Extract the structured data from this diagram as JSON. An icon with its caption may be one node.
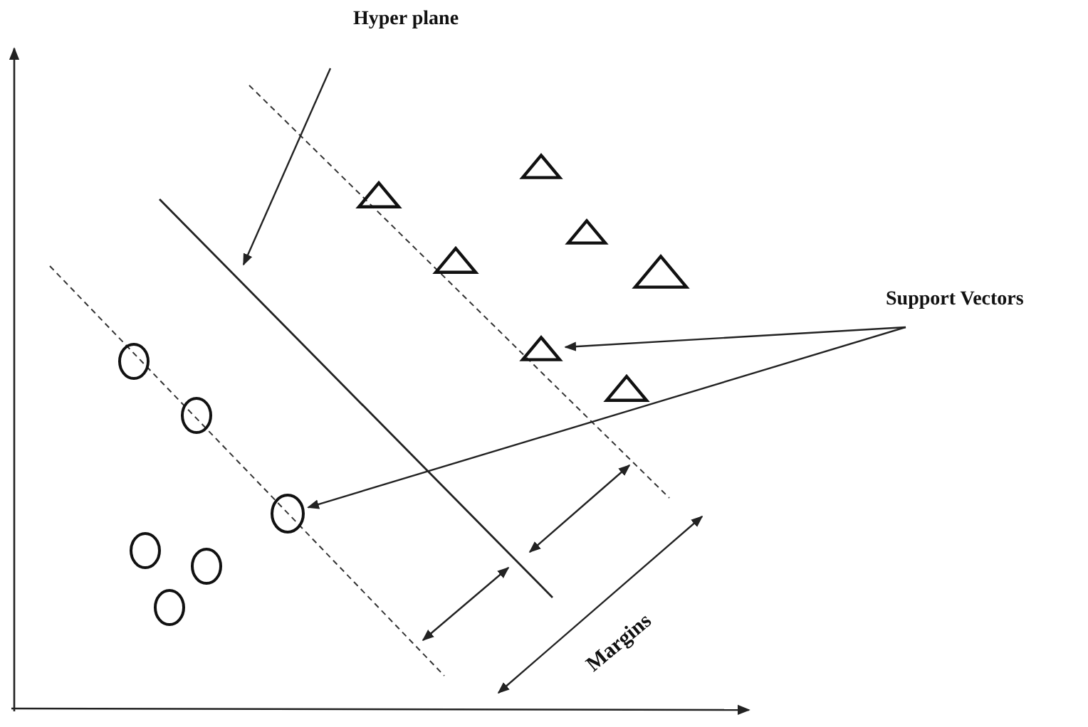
{
  "diagram": {
    "nodes": [
      {
        "text": [
          "Hyper plane"
        ]
      },
      {
        "text": [
          "Support Vectors"
        ]
      },
      {
        "text": [],
        "shape": "triangle"
      },
      {
        "text": [],
        "shape": "triangle"
      },
      {
        "text": [],
        "shape": "triangle"
      },
      {
        "text": [],
        "shape": "triangle"
      },
      {
        "text": [],
        "shape": "triangle"
      },
      {
        "text": [],
        "shape": "triangle"
      },
      {
        "text": [],
        "shape": "triangle"
      },
      {
        "text": [],
        "shape": "circle"
      },
      {
        "text": [],
        "shape": "circle"
      },
      {
        "text": [],
        "shape": "circle"
      },
      {
        "text": [],
        "shape": "circle"
      },
      {
        "text": [],
        "shape": "circle"
      },
      {
        "text": [],
        "shape": "circle"
      }
    ],
    "edges": [
      {
        "from": 0,
        "to": null,
        "arrow": "to"
      },
      {
        "from": 1,
        "to": 7,
        "arrow": "to"
      },
      {
        "from": 1,
        "to": 11,
        "arrow": "to"
      }
    ],
    "labels": [
      "Margins"
    ]
  }
}
